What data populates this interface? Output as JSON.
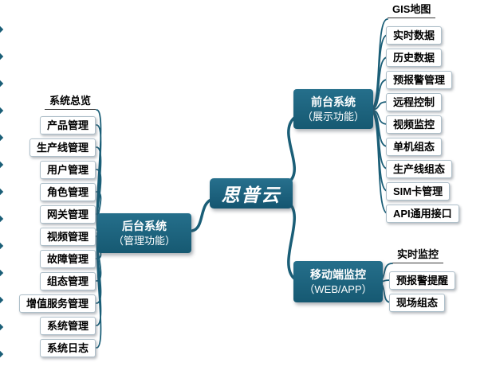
{
  "diagram": {
    "center": {
      "label": "思普云"
    },
    "branches": {
      "backend": {
        "label": "后台系统",
        "sublabel": "（管理功能）"
      },
      "frontend": {
        "label": "前台系统",
        "sublabel": "（展示功能）"
      },
      "mobile": {
        "label": "移动端监控",
        "sublabel": "（WEB/APP）"
      }
    },
    "backend_items": [
      "系统总览",
      "产品管理",
      "生产线管理",
      "用户管理",
      "角色管理",
      "网关管理",
      "视频管理",
      "故障管理",
      "组态管理",
      "增值服务管理",
      "系统管理",
      "系统日志"
    ],
    "frontend_items": [
      "GIS地图",
      "实时数据",
      "历史数据",
      "预报警管理",
      "远程控制",
      "视频监控",
      "单机组态",
      "生产线组态",
      "SIM卡管理",
      "API通用接口"
    ],
    "mobile_items": [
      "实时监控",
      "预报警提醒",
      "现场组态"
    ],
    "colors": {
      "node_fill": "#1A5E77",
      "node_fill_light": "#25708D",
      "connector": "#1A5E77",
      "leaf_border": "#AEBFC9",
      "leaf_text": "#000000",
      "underline": "#3A3A3A",
      "background": "#FFFFFF"
    }
  }
}
